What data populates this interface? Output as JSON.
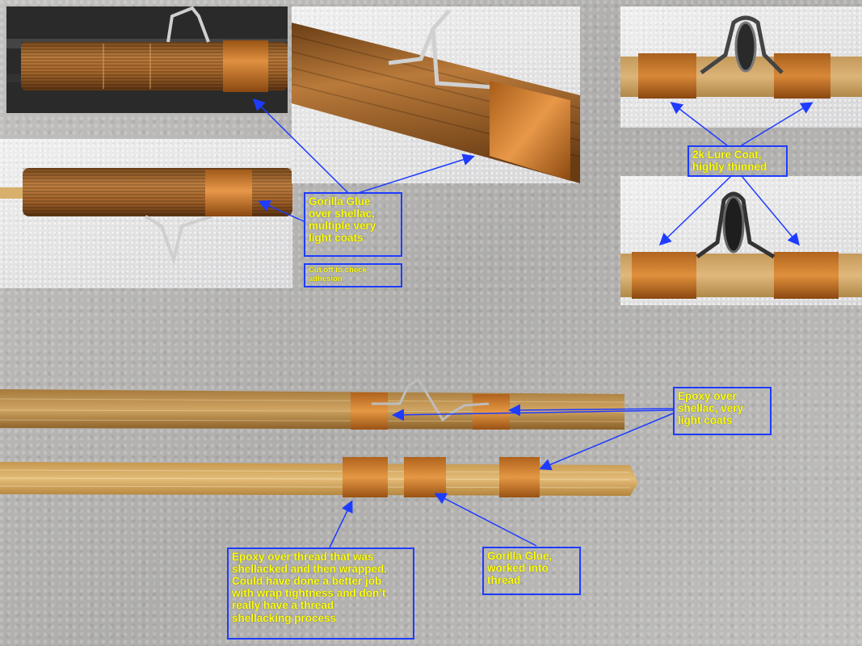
{
  "labels": {
    "gorilla_shellac": "Gorilla Glue\nover shellac,\nmultiple very\nlight coats",
    "cut_off": "Cut off to check\nadhesion",
    "lure_coat": "2k Lure Coat,\nhighly thinned",
    "epoxy_shellac": "Epoxy over\nshellac, very\nlight coats",
    "epoxy_thread": "Epoxy over thread that was\nshellacked and then wrapped.\nCould have done a better job\nwith wrap tightness and don’t\nreally have a thread\nshellacking process",
    "gorilla_thread": "Gorilla Glue,\nworked into\nthread"
  },
  "colors": {
    "callout_border": "#1e3cff",
    "callout_text": "#ffff10",
    "arrow": "#1e3cff",
    "bamboo": "#c9974e",
    "wrap": "#c8711f"
  }
}
